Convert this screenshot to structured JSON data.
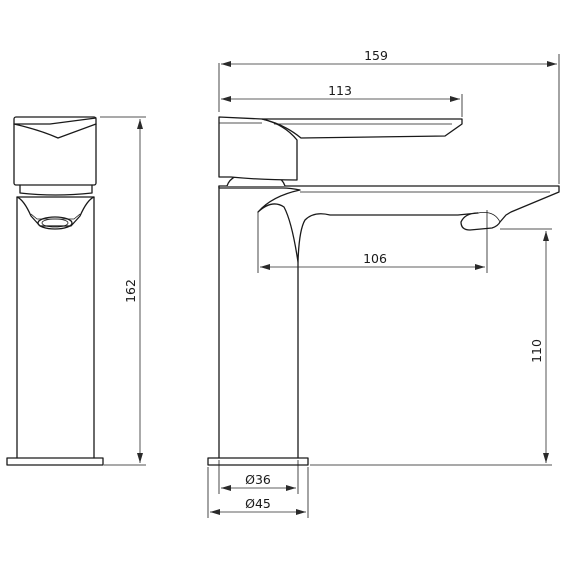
{
  "dimensions": {
    "overall_length": "159",
    "handle_length": "113",
    "spout_reach": "106",
    "spout_height": "110",
    "total_height": "162",
    "body_diameter": "Ø36",
    "base_diameter": "Ø45"
  },
  "colors": {
    "line": "#1a1a1a",
    "background": "#ffffff"
  }
}
